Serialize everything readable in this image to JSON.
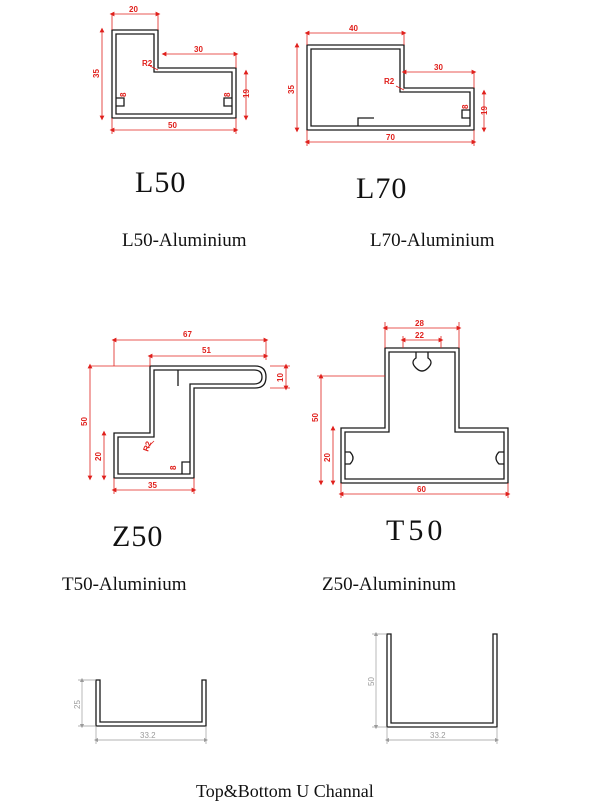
{
  "profiles": {
    "l50": {
      "code": "L50",
      "caption": "L50-Aluminium",
      "dims": {
        "top": "20",
        "step": "30",
        "height": "35",
        "radius": "R2",
        "slot_left": "8",
        "slot_right": "8",
        "right_height": "19",
        "width": "50"
      }
    },
    "l70": {
      "code": "L70",
      "caption": "L70-Aluminium",
      "dims": {
        "top": "40",
        "step": "30",
        "height": "35",
        "radius": "R2",
        "slot": "8",
        "right_height": "19",
        "width": "70"
      }
    },
    "z50": {
      "code": "Z50",
      "caption": "T50-Aluminium",
      "dims": {
        "top": "67",
        "upper": "51",
        "lip": "10",
        "height": "50",
        "radius": "R2",
        "lower_height": "20",
        "slot": "8",
        "width": "35"
      }
    },
    "t50": {
      "code": "T50",
      "caption": "Z50-Alumininum",
      "dims": {
        "stem_outer": "28",
        "stem_inner": "22",
        "height": "50",
        "lower_height": "20",
        "width": "60"
      }
    },
    "u_small": {
      "dims": {
        "height": "25",
        "width": "33.2"
      }
    },
    "u_large": {
      "dims": {
        "height": "50",
        "width": "33.2"
      }
    }
  },
  "footer": {
    "caption": "Top&Bottom U Channal"
  },
  "colors": {
    "profile": "#1a1a1a",
    "dimension": "#e0201c",
    "u_dimension": "#9a9a9a"
  }
}
